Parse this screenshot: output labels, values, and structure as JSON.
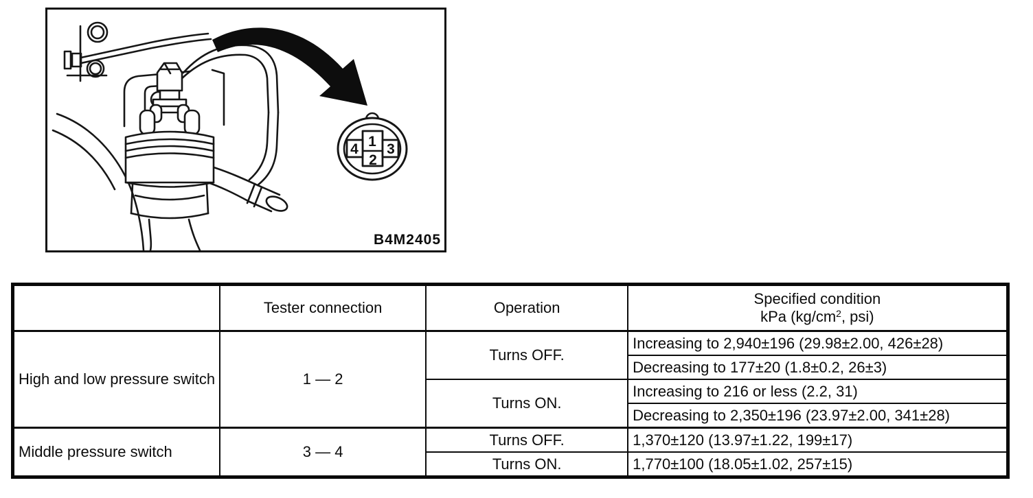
{
  "figure": {
    "code_label": "B4M2405",
    "connector": {
      "pin_top": "1",
      "pin_bottom": "2",
      "pin_left": "4",
      "pin_right": "3"
    }
  },
  "spec_table": {
    "headers": {
      "component": "",
      "tester_connection": "Tester connection",
      "operation": "Operation",
      "specified_condition_line1": "Specified condition",
      "specified_condition_unit_prefix": "kPa (kg/cm",
      "specified_condition_unit_sup": "2",
      "specified_condition_unit_suffix": ", psi)"
    },
    "rows": [
      {
        "component": "High and low pressure switch",
        "tester_connection": "1 — 2",
        "operations": [
          {
            "label": "Turns OFF.",
            "conditions": [
              "Increasing to 2,940±196 (29.98±2.00, 426±28)",
              "Decreasing to 177±20 (1.8±0.2, 26±3)"
            ]
          },
          {
            "label": "Turns ON.",
            "conditions": [
              "Increasing to 216 or less (2.2, 31)",
              "Decreasing to 2,350±196 (23.97±2.00, 341±28)"
            ]
          }
        ]
      },
      {
        "component": "Middle pressure switch",
        "tester_connection": "3 — 4",
        "operations": [
          {
            "label": "Turns OFF.",
            "conditions": [
              "1,370±120 (13.97±1.22, 199±17)"
            ]
          },
          {
            "label": "Turns ON.",
            "conditions": [
              "1,770±100 (18.05±1.02, 257±15)"
            ]
          }
        ]
      }
    ]
  }
}
